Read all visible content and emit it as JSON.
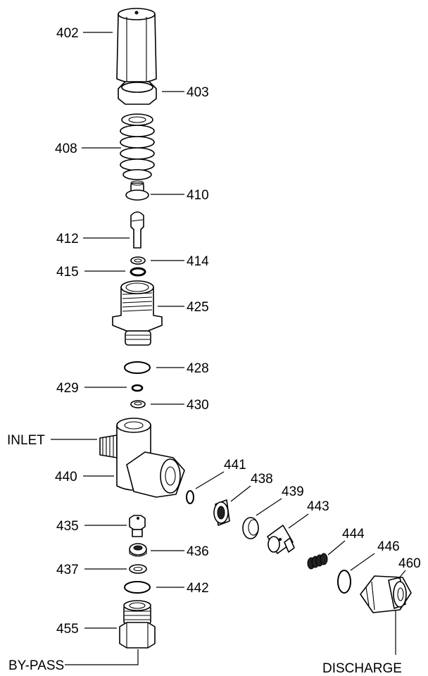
{
  "labels": {
    "p402": "402",
    "p403": "403",
    "p408": "408",
    "p410": "410",
    "p412": "412",
    "p414": "414",
    "p415": "415",
    "p425": "425",
    "p428": "428",
    "p429": "429",
    "p430": "430",
    "inlet": "INLET",
    "p440": "440",
    "p441": "441",
    "p438": "438",
    "p439": "439",
    "p443": "443",
    "p435": "435",
    "p436": "436",
    "p444": "444",
    "p446": "446",
    "p460": "460",
    "p437": "437",
    "p442": "442",
    "p455": "455",
    "bypass": "BY-PASS",
    "discharge": "DISCHARGE"
  }
}
